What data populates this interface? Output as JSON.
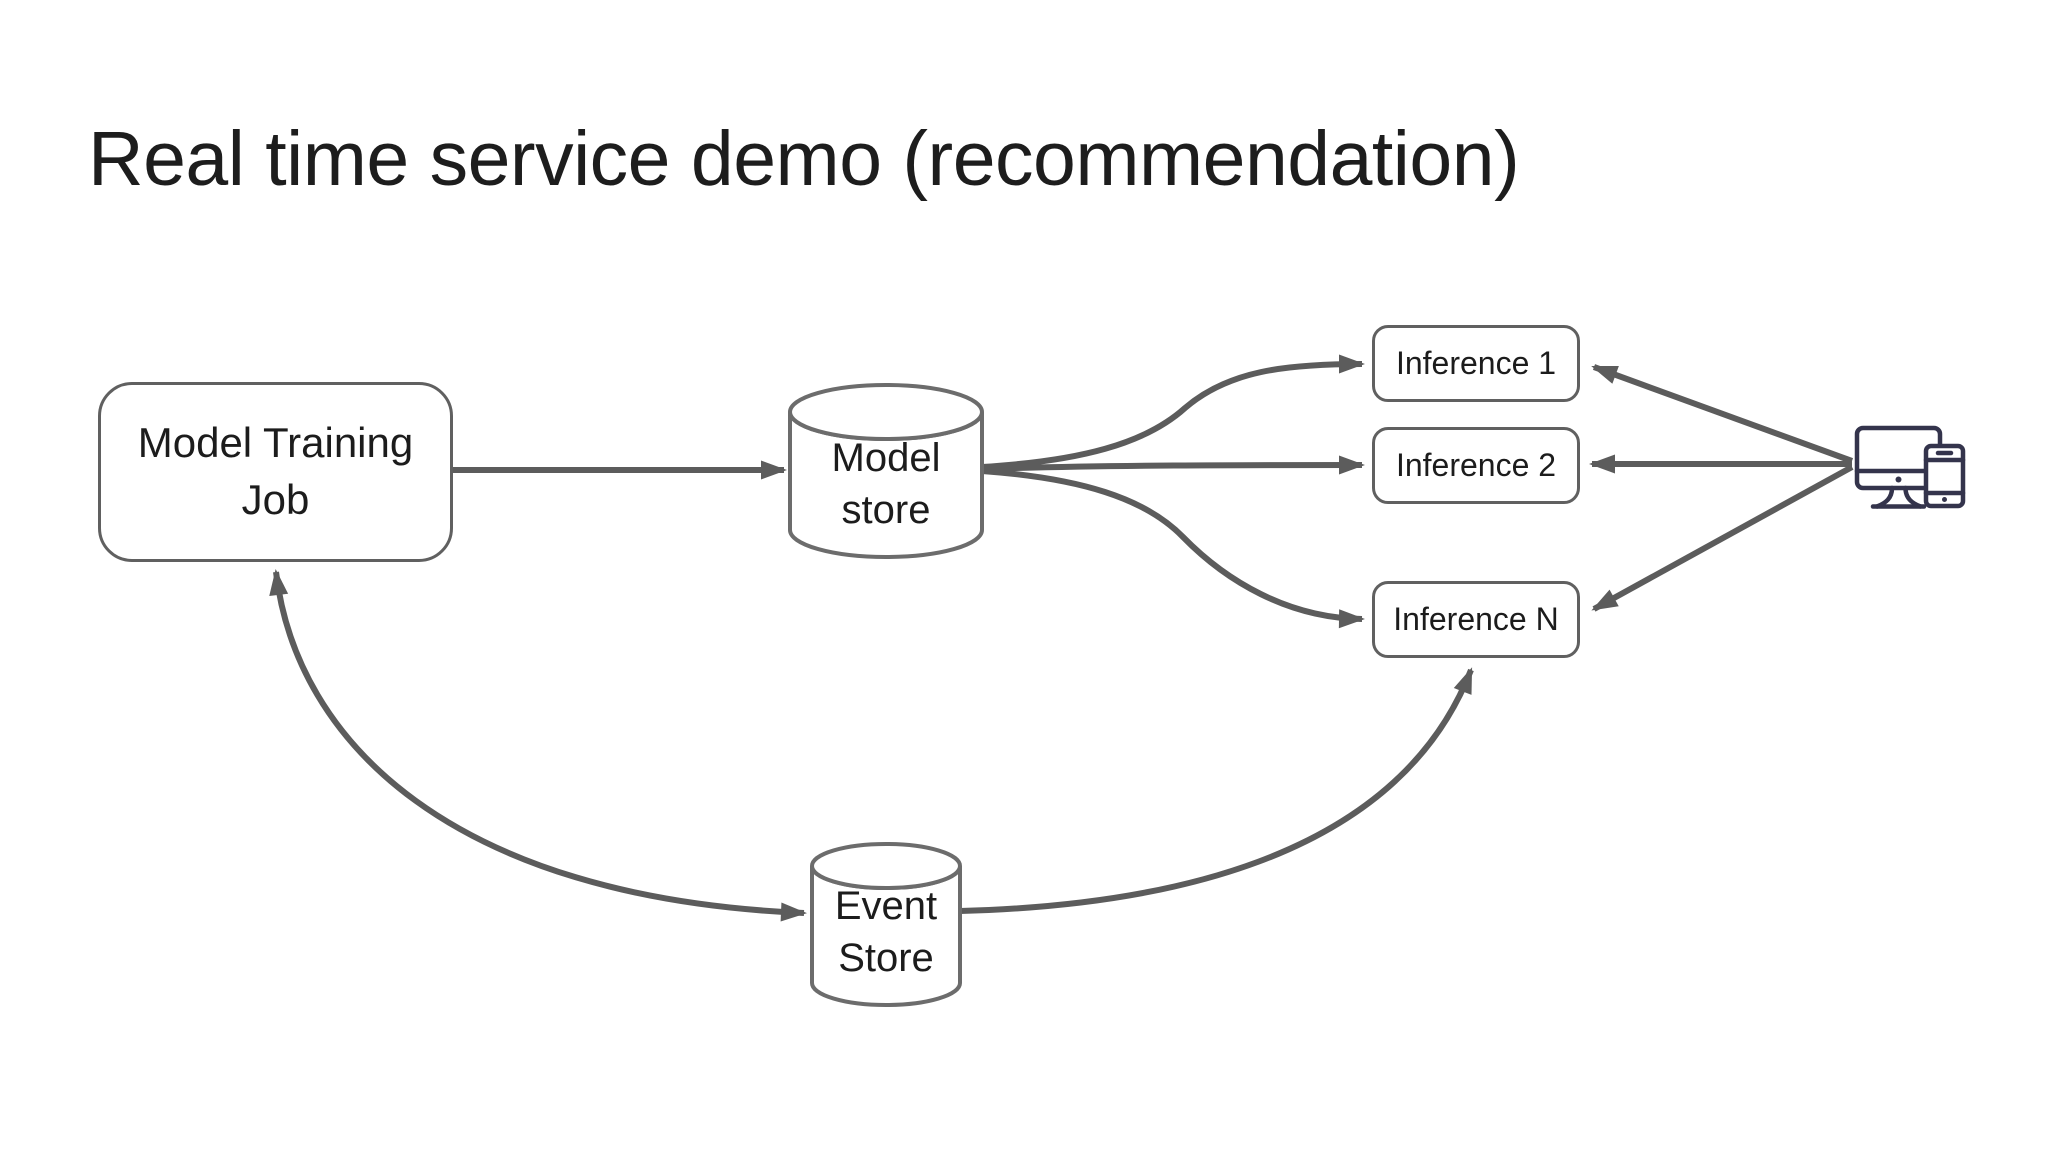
{
  "title": "Real time service demo (recommendation)",
  "nodes": {
    "model_training_job": {
      "label": "Model Training Job",
      "shape": "rounded-rectangle"
    },
    "model_store": {
      "label": "Model\nstore",
      "shape": "cylinder"
    },
    "event_store": {
      "label": "Event\nStore",
      "shape": "cylinder"
    },
    "inference_1": {
      "label": "Inference 1",
      "shape": "rounded-rectangle"
    },
    "inference_2": {
      "label": "Inference 2",
      "shape": "rounded-rectangle"
    },
    "inference_n": {
      "label": "Inference N",
      "shape": "rounded-rectangle"
    },
    "client_devices": {
      "icon": "desktop-and-mobile-devices-icon"
    }
  },
  "edges": [
    {
      "from": "model_training_job",
      "to": "model_store",
      "direction": "one-way"
    },
    {
      "from": "model_store",
      "to": "inference_1",
      "direction": "one-way"
    },
    {
      "from": "model_store",
      "to": "inference_2",
      "direction": "one-way"
    },
    {
      "from": "model_store",
      "to": "inference_n",
      "direction": "one-way"
    },
    {
      "from": "client_devices",
      "to": "inference_1",
      "direction": "one-way"
    },
    {
      "from": "client_devices",
      "to": "inference_2",
      "direction": "one-way"
    },
    {
      "from": "client_devices",
      "to": "inference_n",
      "direction": "one-way"
    },
    {
      "from": "event_store",
      "to": "model_training_job",
      "direction": "two-way"
    },
    {
      "from": "event_store",
      "to": "inference_n",
      "direction": "one-way"
    }
  ],
  "colors": {
    "background": "#ffffff",
    "title_text": "#1d1d1d",
    "node_text": "#1c1c1c",
    "node_border": "#606060",
    "cylinder_border": "#6c6c6c",
    "connector": "#5c5c5c",
    "device_icon": "#34344c"
  }
}
